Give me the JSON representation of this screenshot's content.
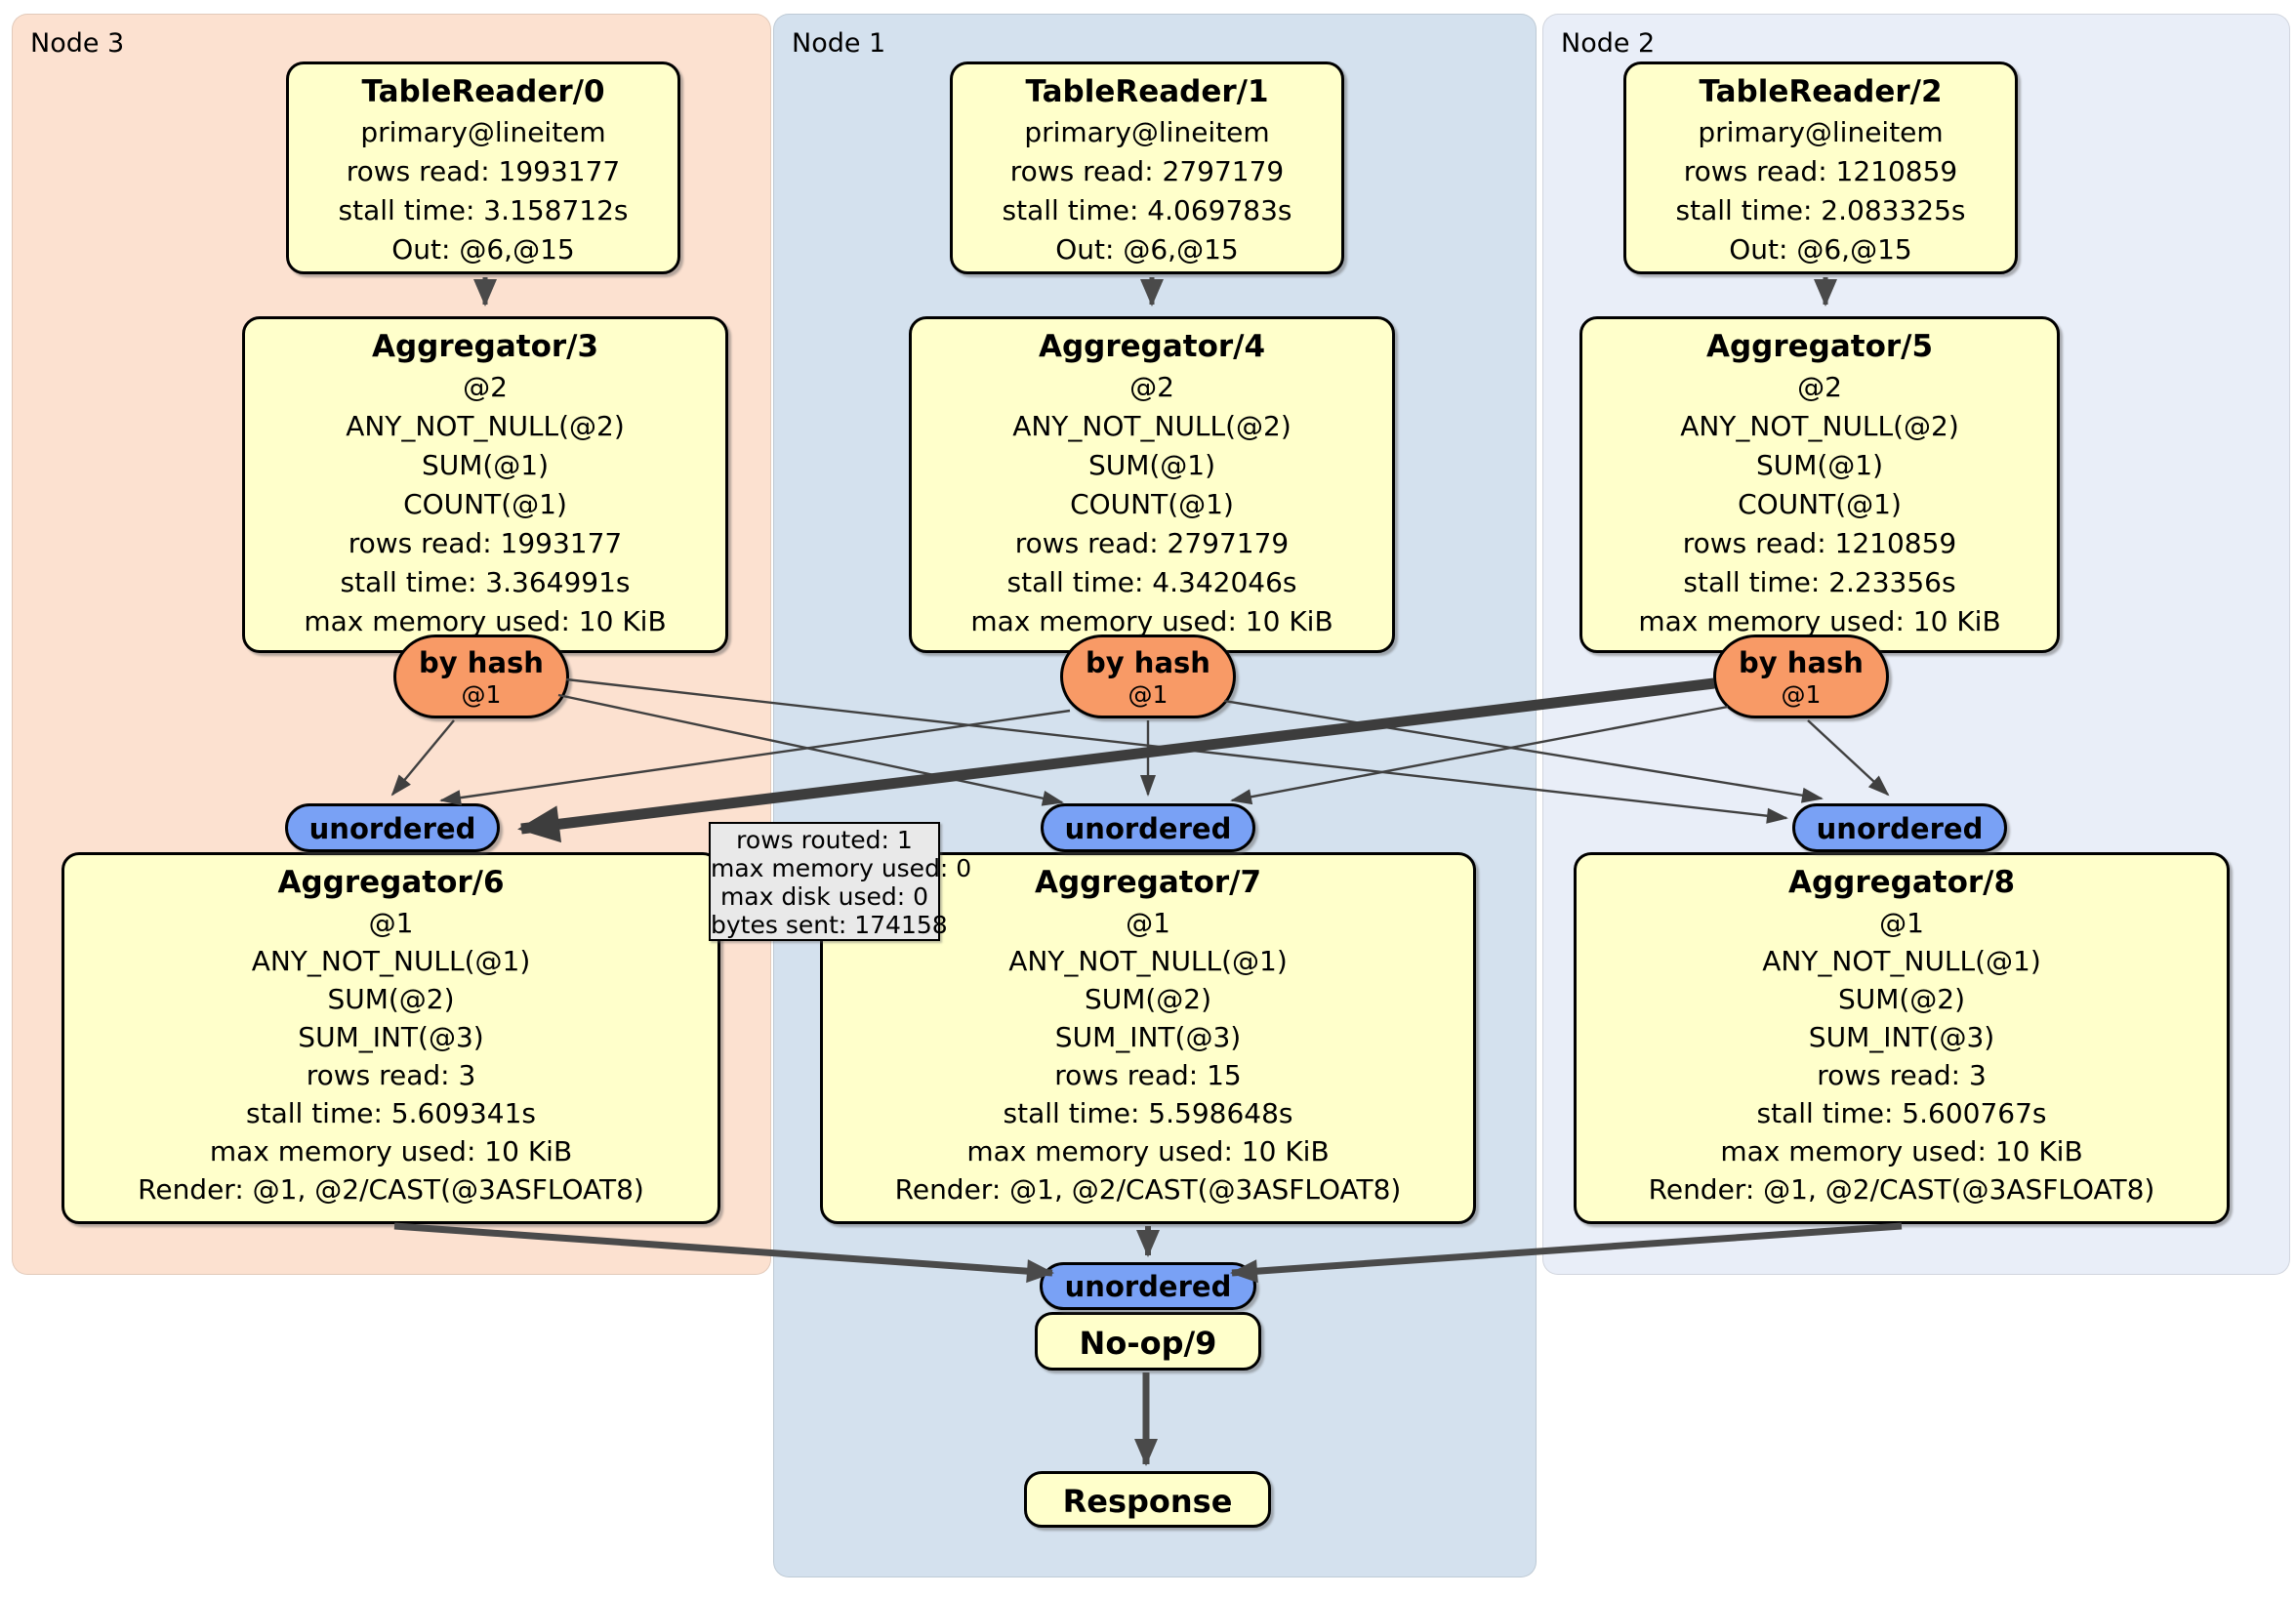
{
  "panels": {
    "node3": {
      "label": "Node 3"
    },
    "node1": {
      "label": "Node 1"
    },
    "node2": {
      "label": "Node 2"
    }
  },
  "colors": {
    "operator_fill": "#ffffcb",
    "router_fill": "#f89a66",
    "sync_fill": "#79a1f5",
    "node3_bg": "#fce1d0",
    "node1_bg": "#d4e1ee",
    "node2_bg": "#e9eef8",
    "tooltip_bg": "#e9e9e9",
    "edge": "#404040"
  },
  "operators": {
    "tr0": {
      "title": "TableReader/0",
      "lines": [
        "primary@lineitem",
        "rows read: 1993177",
        "stall time: 3.158712s",
        "Out: @6,@15"
      ]
    },
    "tr1": {
      "title": "TableReader/1",
      "lines": [
        "primary@lineitem",
        "rows read: 2797179",
        "stall time: 4.069783s",
        "Out: @6,@15"
      ]
    },
    "tr2": {
      "title": "TableReader/2",
      "lines": [
        "primary@lineitem",
        "rows read: 1210859",
        "stall time: 2.083325s",
        "Out: @6,@15"
      ]
    },
    "agg3": {
      "title": "Aggregator/3",
      "lines": [
        "@2",
        "ANY_NOT_NULL(@2)",
        "SUM(@1)",
        "COUNT(@1)",
        "rows read: 1993177",
        "stall time: 3.364991s",
        "max memory used: 10 KiB"
      ]
    },
    "agg4": {
      "title": "Aggregator/4",
      "lines": [
        "@2",
        "ANY_NOT_NULL(@2)",
        "SUM(@1)",
        "COUNT(@1)",
        "rows read: 2797179",
        "stall time: 4.342046s",
        "max memory used: 10 KiB"
      ]
    },
    "agg5": {
      "title": "Aggregator/5",
      "lines": [
        "@2",
        "ANY_NOT_NULL(@2)",
        "SUM(@1)",
        "COUNT(@1)",
        "rows read: 1210859",
        "stall time: 2.23356s",
        "max memory used: 10 KiB"
      ]
    },
    "agg6": {
      "title": "Aggregator/6",
      "lines": [
        "@1",
        "ANY_NOT_NULL(@1)",
        "SUM(@2)",
        "SUM_INT(@3)",
        "rows read: 3",
        "stall time: 5.609341s",
        "max memory used: 10 KiB",
        "Render: @1, @2/CAST(@3ASFLOAT8)"
      ]
    },
    "agg7": {
      "title": "Aggregator/7",
      "lines": [
        "@1",
        "ANY_NOT_NULL(@1)",
        "SUM(@2)",
        "SUM_INT(@3)",
        "rows read: 15",
        "stall time: 5.598648s",
        "max memory used: 10 KiB",
        "Render: @1, @2/CAST(@3ASFLOAT8)"
      ]
    },
    "agg8": {
      "title": "Aggregator/8",
      "lines": [
        "@1",
        "ANY_NOT_NULL(@1)",
        "SUM(@2)",
        "SUM_INT(@3)",
        "rows read: 3",
        "stall time: 5.600767s",
        "max memory used: 10 KiB",
        "Render: @1, @2/CAST(@3ASFLOAT8)"
      ]
    },
    "noop": {
      "title": "No-op/9"
    },
    "response": {
      "title": "Response"
    }
  },
  "routers": {
    "hash3": {
      "label": "by hash",
      "detail": "@1"
    },
    "hash4": {
      "label": "by hash",
      "detail": "@1"
    },
    "hash5": {
      "label": "by hash",
      "detail": "@1"
    }
  },
  "syncs": {
    "un6": {
      "label": "unordered"
    },
    "un7": {
      "label": "unordered"
    },
    "un8": {
      "label": "unordered"
    },
    "un9": {
      "label": "unordered"
    }
  },
  "tooltip": {
    "lines": [
      "rows routed: 1",
      "max memory used: 0",
      "max disk used: 0",
      "bytes sent: 174158"
    ]
  }
}
